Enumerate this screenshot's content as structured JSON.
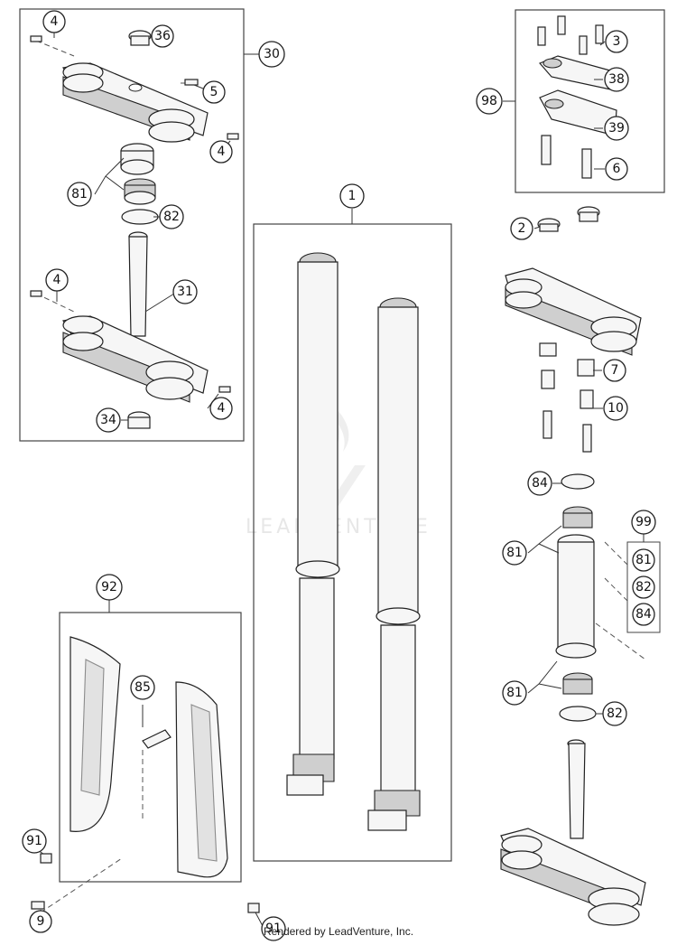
{
  "watermark": "LEADVENTURE",
  "footer": "Rendered by LeadVenture, Inc.",
  "callouts": {
    "c1": "1",
    "c2": "2",
    "c3": "3",
    "c4a": "4",
    "c4b": "4",
    "c4c": "4",
    "c4d": "4",
    "c5": "5",
    "c6": "6",
    "c7": "7",
    "c9": "9",
    "c10": "10",
    "c30": "30",
    "c31": "31",
    "c34": "34",
    "c36": "36",
    "c38": "38",
    "c39": "39",
    "c81a": "81",
    "c81b": "81",
    "c81c": "81",
    "c81d": "81",
    "c82a": "82",
    "c82b": "82",
    "c82c": "82",
    "c84a": "84",
    "c84b": "84",
    "c85": "85",
    "c91a": "91",
    "c91b": "91",
    "c92": "92",
    "c98": "98",
    "c99": "99"
  }
}
